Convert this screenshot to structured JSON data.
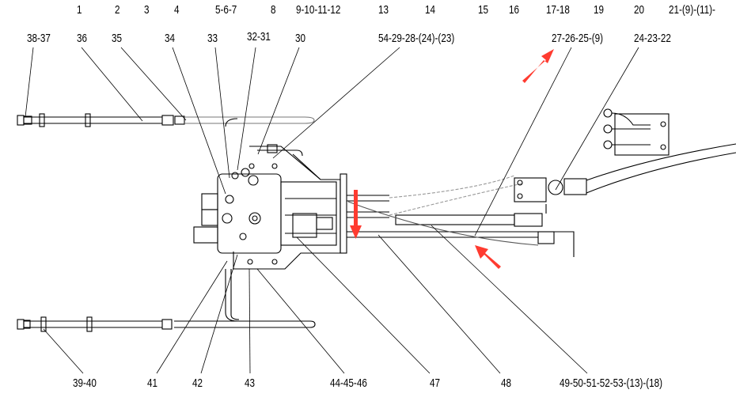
{
  "diagram": {
    "title": "Hydraulic control valve piping assembly",
    "top_row_labels": [
      "1",
      "2",
      "3",
      "4",
      "5-6-7",
      "8",
      "9-10-11-12",
      "13",
      "14",
      "15",
      "16",
      "17-18",
      "19",
      "20",
      "21-(9)-(11)-"
    ],
    "callouts_upper": [
      "38-37",
      "36",
      "35",
      "34",
      "33",
      "32-31",
      "30",
      "54-29-28-(24)-(23)",
      "27-26-25-(9)",
      "24-23-22"
    ],
    "callouts_lower": [
      "39-40",
      "41",
      "42",
      "43",
      "44-45-46",
      "47",
      "48",
      "49-50-51-52-53-(13)-(18)"
    ],
    "annotation_color": "#ff3b30",
    "annotations": [
      {
        "name": "red-arrow-top",
        "direction": "up-right"
      },
      {
        "name": "red-arrow-middle",
        "direction": "down"
      },
      {
        "name": "red-arrow-bottom",
        "direction": "up-left"
      }
    ]
  }
}
